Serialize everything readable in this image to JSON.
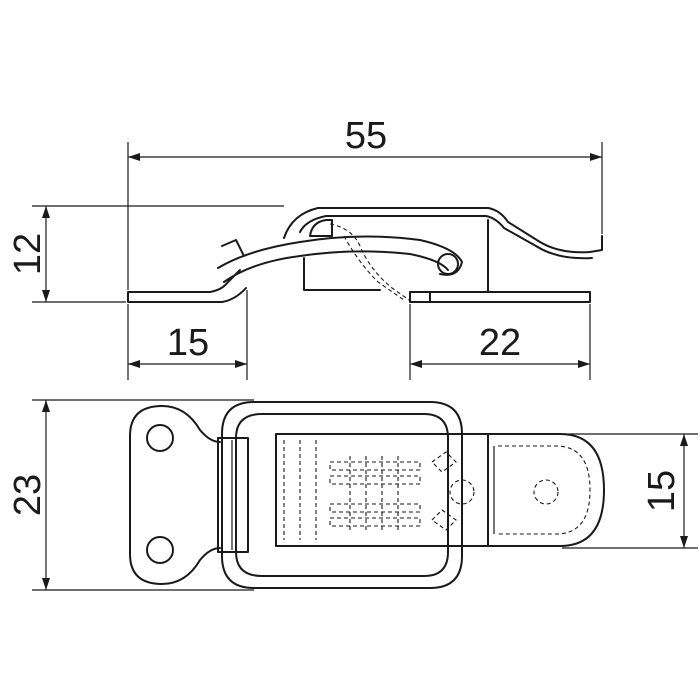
{
  "dimensions": {
    "overall_length": "55",
    "height": "12",
    "base_left": "15",
    "base_right": "22",
    "overall_width": "23",
    "hook_width": "15"
  }
}
